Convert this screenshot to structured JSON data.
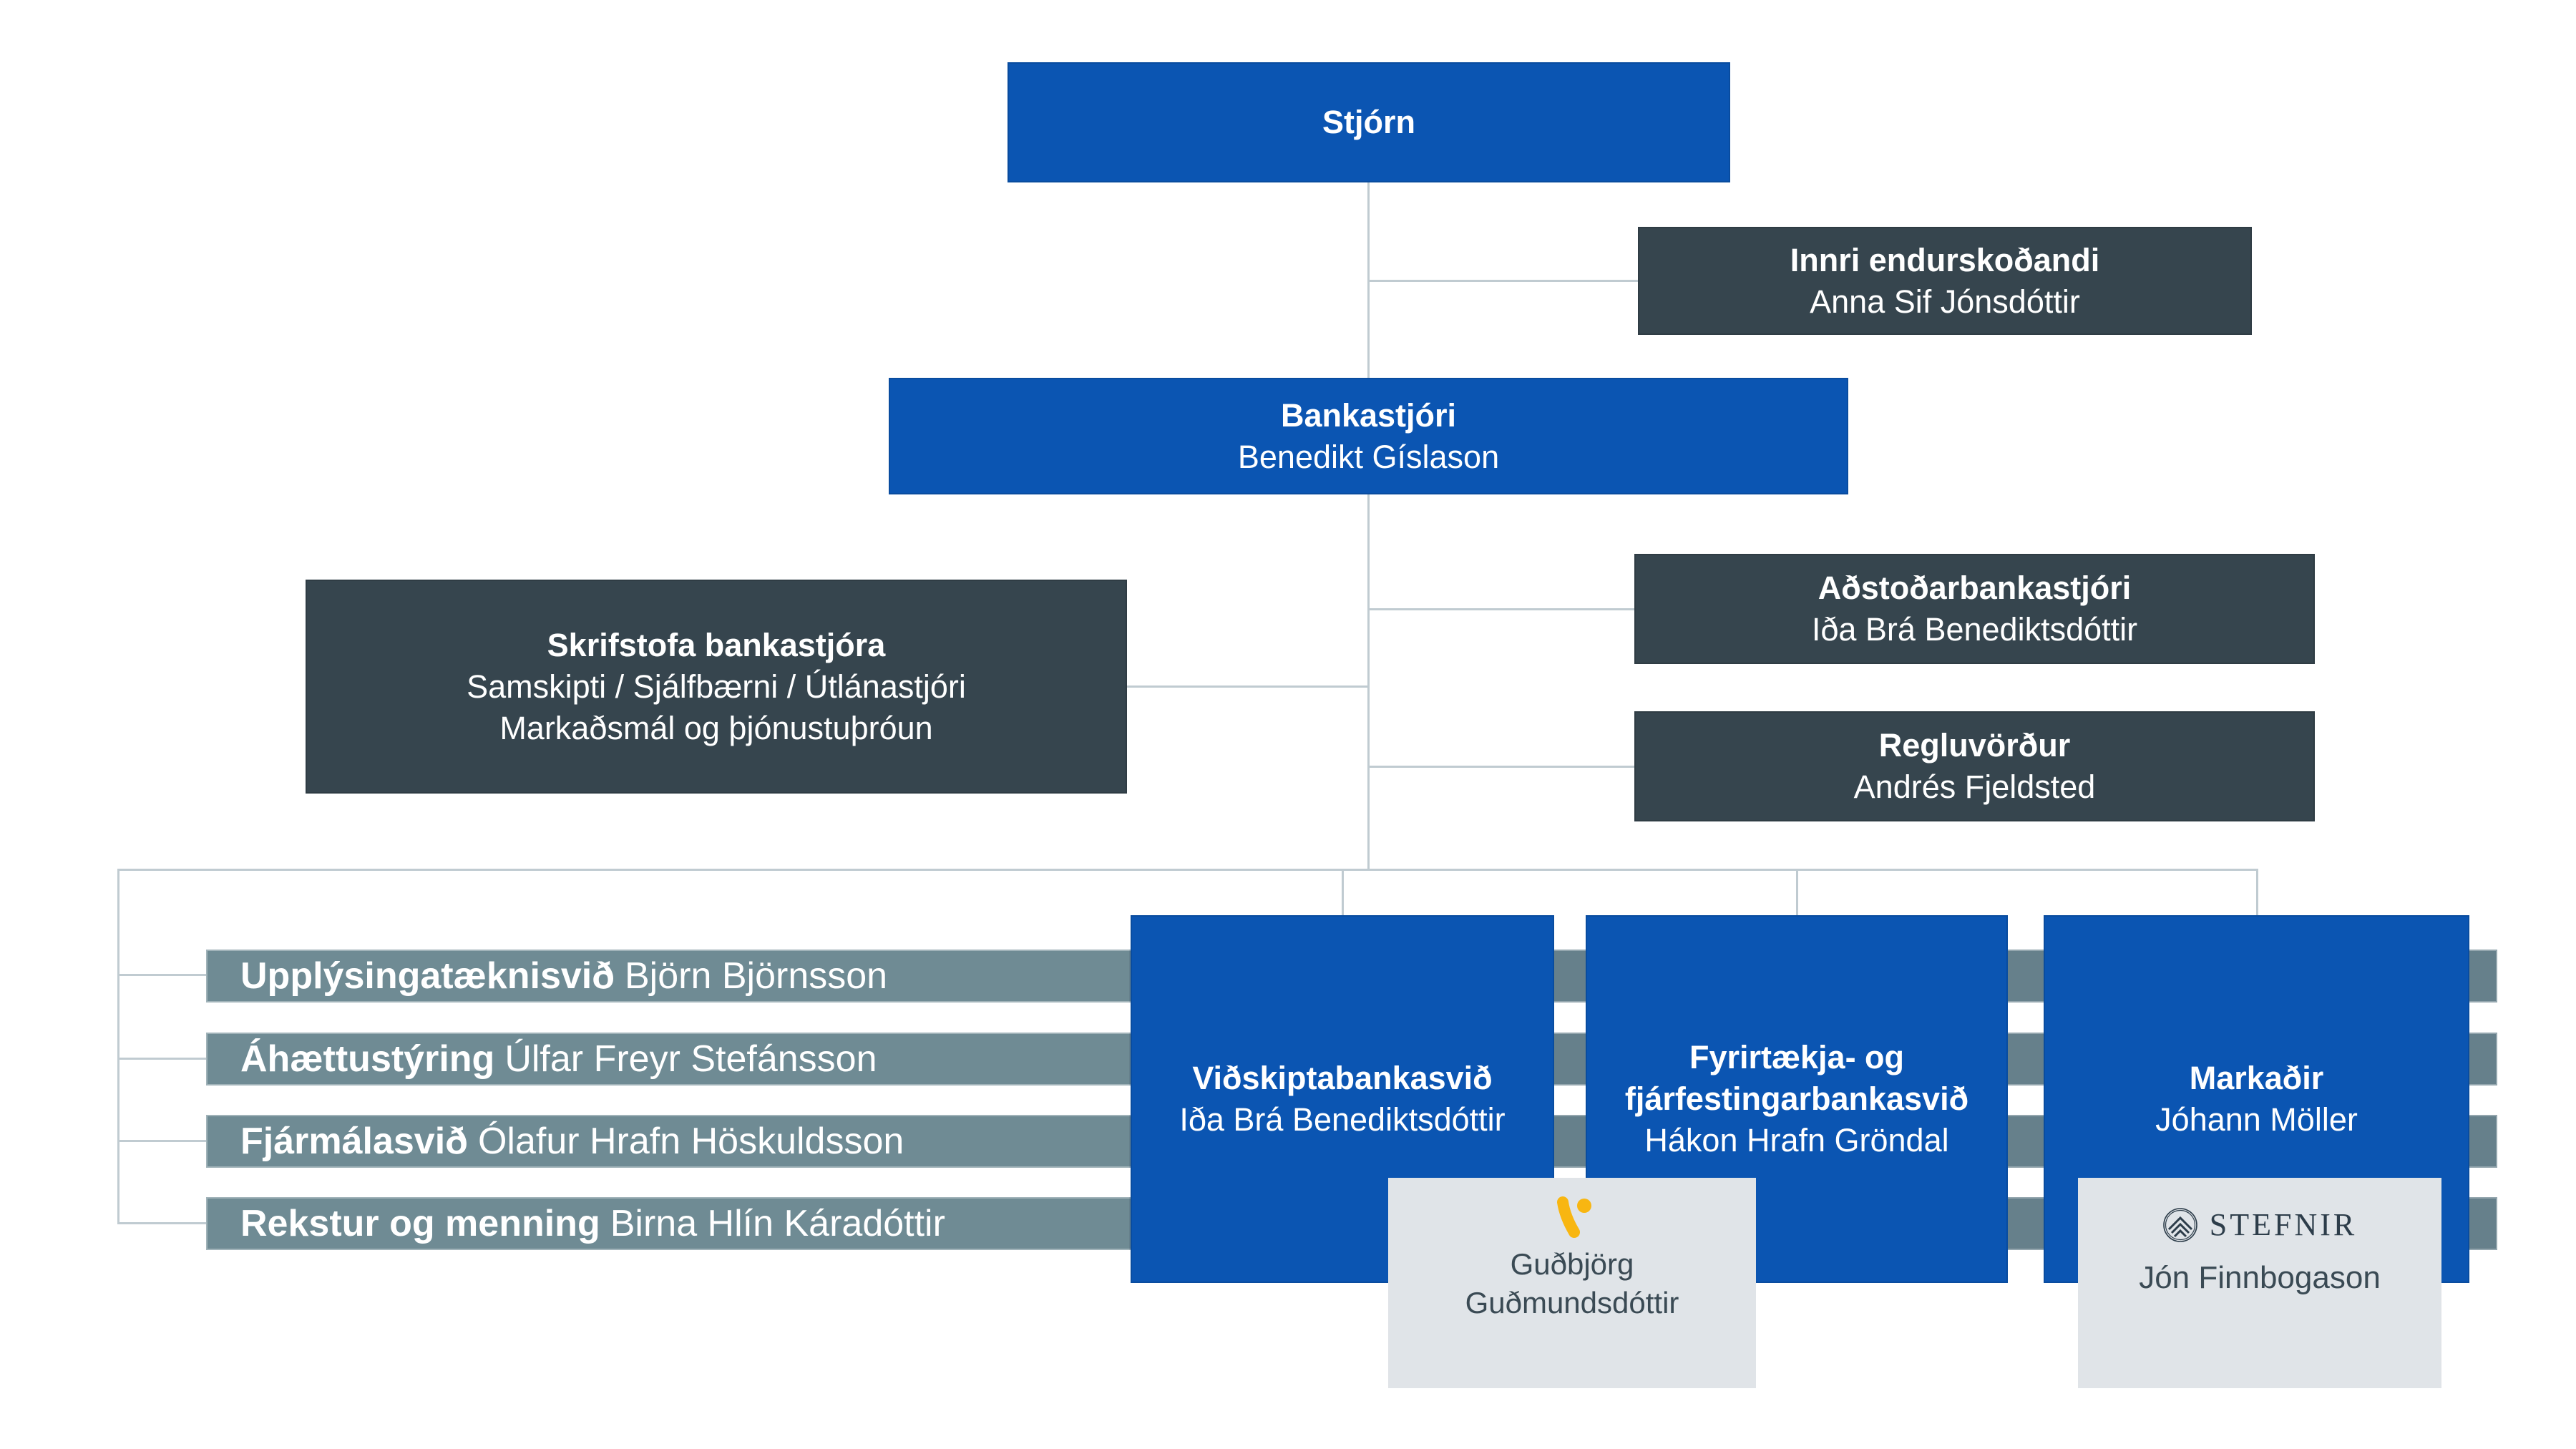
{
  "palette": {
    "accent_blue": "#0b55b2",
    "dark_slate": "#36454e",
    "bar_teal": "#6f8b94",
    "bar_teal_dark": "#66808b",
    "subsidiary_bg": "#e0e4e8",
    "subsidiary_text": "#3a4a54",
    "connector": "#c0cbd1",
    "vordur_yellow": "#f8b611",
    "stefnir_navy": "#2d3d4a"
  },
  "org": {
    "board": {
      "title": "Stjórn"
    },
    "internal_auditor": {
      "title": "Innri endurskoðandi",
      "name": "Anna Sif Jónsdóttir"
    },
    "ceo": {
      "title": "Bankastjóri",
      "name": "Benedikt Gíslason"
    },
    "ceo_office": {
      "title": "Skrifstofa bankastjóra",
      "line1": "Samskipti / Sjálfbærni / Útlánastjóri",
      "line2": "Markaðsmál og þjónustuþróun"
    },
    "deputy_ceo": {
      "title": "Aðstoðarbankastjóri",
      "name": "Iða Brá Benediktsdóttir"
    },
    "compliance_officer": {
      "title": "Regluvörður",
      "name": "Andrés Fjeldsted"
    },
    "support_divisions": [
      {
        "title": "Upplýsingatæknisvið",
        "name": "Björn Björnsson"
      },
      {
        "title": "Áhættustýring",
        "name": "Úlfar Freyr Stefánsson"
      },
      {
        "title": "Fjármálasvið",
        "name": "Ólafur Hrafn Höskuldsson"
      },
      {
        "title": "Rekstur og menning",
        "name": "Birna Hlín Káradóttir"
      }
    ],
    "business_divisions": [
      {
        "title": "Viðskiptabankasvið",
        "name": "Iða Brá Benediktsdóttir"
      },
      {
        "title": "Fyrirtækja- og fjárfestingarbankasvið",
        "name": "Hákon Hrafn Gröndal"
      },
      {
        "title": "Markaðir",
        "name": "Jóhann Möller"
      }
    ],
    "subsidiaries": [
      {
        "logo": "vordur-logo",
        "name_line1": "Guðbjörg",
        "name_line2": "Guðmundsdóttir"
      },
      {
        "logo": "stefnir-logo",
        "brand": "STEFNIR",
        "name": "Jón Finnbogason"
      }
    ]
  }
}
